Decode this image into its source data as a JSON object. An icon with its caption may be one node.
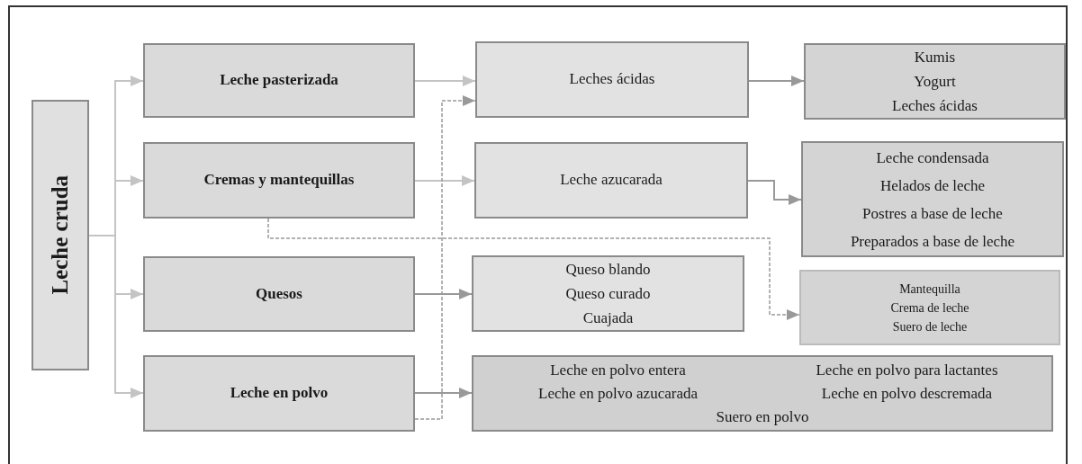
{
  "diagram": {
    "nodes": [
      {
        "text": [
          "Leche cruda"
        ]
      },
      {
        "text": [
          "Leche pasterizada"
        ]
      },
      {
        "text": [
          "Cremas y mantequillas"
        ]
      },
      {
        "text": [
          "Quesos"
        ]
      },
      {
        "text": [
          "Leche en polvo"
        ]
      },
      {
        "text": [
          "Leches ácidas"
        ]
      },
      {
        "text": [
          "Leche azucarada"
        ]
      },
      {
        "text": [
          "Queso blando",
          "Queso curado",
          "Cuajada"
        ]
      },
      {
        "text": [
          "Leche en polvo entera",
          "Leche en polvo para lactantes",
          "Leche en polvo azucarada",
          "Leche en polvo descremada",
          "Suero en polvo"
        ]
      },
      {
        "text": [
          "Kumis",
          "Yogurt",
          "Leches ácidas"
        ]
      },
      {
        "text": [
          "Leche condensada",
          "Helados de leche",
          "Postres a base de leche",
          "Preparados a base de leche"
        ]
      },
      {
        "text": [
          "Mantequilla",
          "Crema de leche",
          "Suero de leche"
        ]
      }
    ],
    "edges": [
      {
        "from": 0,
        "to": 1,
        "arrow": "to"
      },
      {
        "from": 0,
        "to": 2,
        "arrow": "to"
      },
      {
        "from": 0,
        "to": 3,
        "arrow": "to"
      },
      {
        "from": 0,
        "to": 4,
        "arrow": "to"
      },
      {
        "from": 1,
        "to": 5,
        "arrow": "to"
      },
      {
        "from": 2,
        "to": 6,
        "arrow": "to"
      },
      {
        "from": 3,
        "to": 7,
        "arrow": "to",
        "color": "#999999"
      },
      {
        "from": 4,
        "to": 8,
        "arrow": "to",
        "color": "#999999"
      },
      {
        "from": 5,
        "to": 9,
        "arrow": "to",
        "color": "#999999"
      },
      {
        "from": 6,
        "to": 10,
        "arrow": "to",
        "color": "#999999"
      },
      {
        "from": 2,
        "to": 11,
        "arrow": "to",
        "style": "dashed",
        "color": "#999999"
      },
      {
        "from": 4,
        "to": 5,
        "arrow": "to",
        "style": "dashed",
        "color": "#999999"
      }
    ]
  }
}
